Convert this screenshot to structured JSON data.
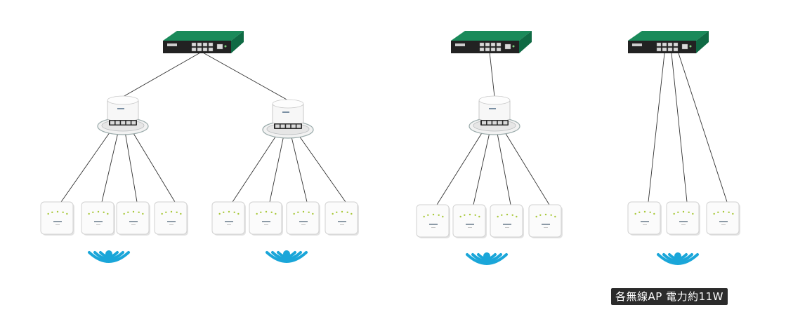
{
  "colors": {
    "switch_body": "#1a8a5a",
    "switch_front": "#222222",
    "port": "#d9d9d9",
    "wifi": "#1aa6d9",
    "ap_led": "#a8c83a",
    "line": "#333333",
    "note_bg": "#2b2b2b"
  },
  "icons": {
    "switch": "poe-switch-icon",
    "hub": "dome-hub-icon",
    "ap": "access-point-icon",
    "wifi": "wifi-signal-icon"
  },
  "topologies": [
    {
      "switch": true,
      "hubs": 2,
      "aps_per_hub": 4,
      "direct_aps": 0,
      "wifi_icons": 2
    },
    {
      "switch": true,
      "hubs": 1,
      "aps_per_hub": 4,
      "direct_aps": 0,
      "wifi_icons": 1
    },
    {
      "switch": true,
      "hubs": 0,
      "aps_per_hub": 0,
      "direct_aps": 3,
      "wifi_icons": 1
    }
  ],
  "note": {
    "text": "各無線AP 電力約11W"
  }
}
